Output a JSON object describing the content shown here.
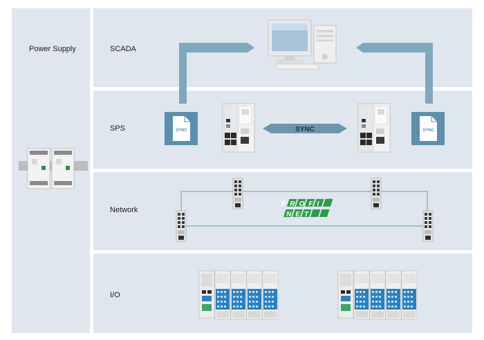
{
  "power_supply": {
    "label": "Power Supply"
  },
  "rows": {
    "scada": {
      "label": "SCADA"
    },
    "sps": {
      "label": "SPS"
    },
    "network": {
      "label": "Network"
    },
    "io": {
      "label": "I/O"
    }
  },
  "sync_bar": {
    "label": "SYNC"
  },
  "sync_docs": [
    {
      "label": "SYNC"
    },
    {
      "label": "SYNC"
    }
  ],
  "profinet": {
    "line1": "PROFI",
    "line2": "NET",
    "mark": "®"
  },
  "colors": {
    "panel": "#dfe6ee",
    "arrow": "#7fa7bd",
    "sync_bar": "#6e97ad",
    "doc": "#5d8fab",
    "network_line": "#7fca9b",
    "profinet_green": "#2f9a4a"
  }
}
